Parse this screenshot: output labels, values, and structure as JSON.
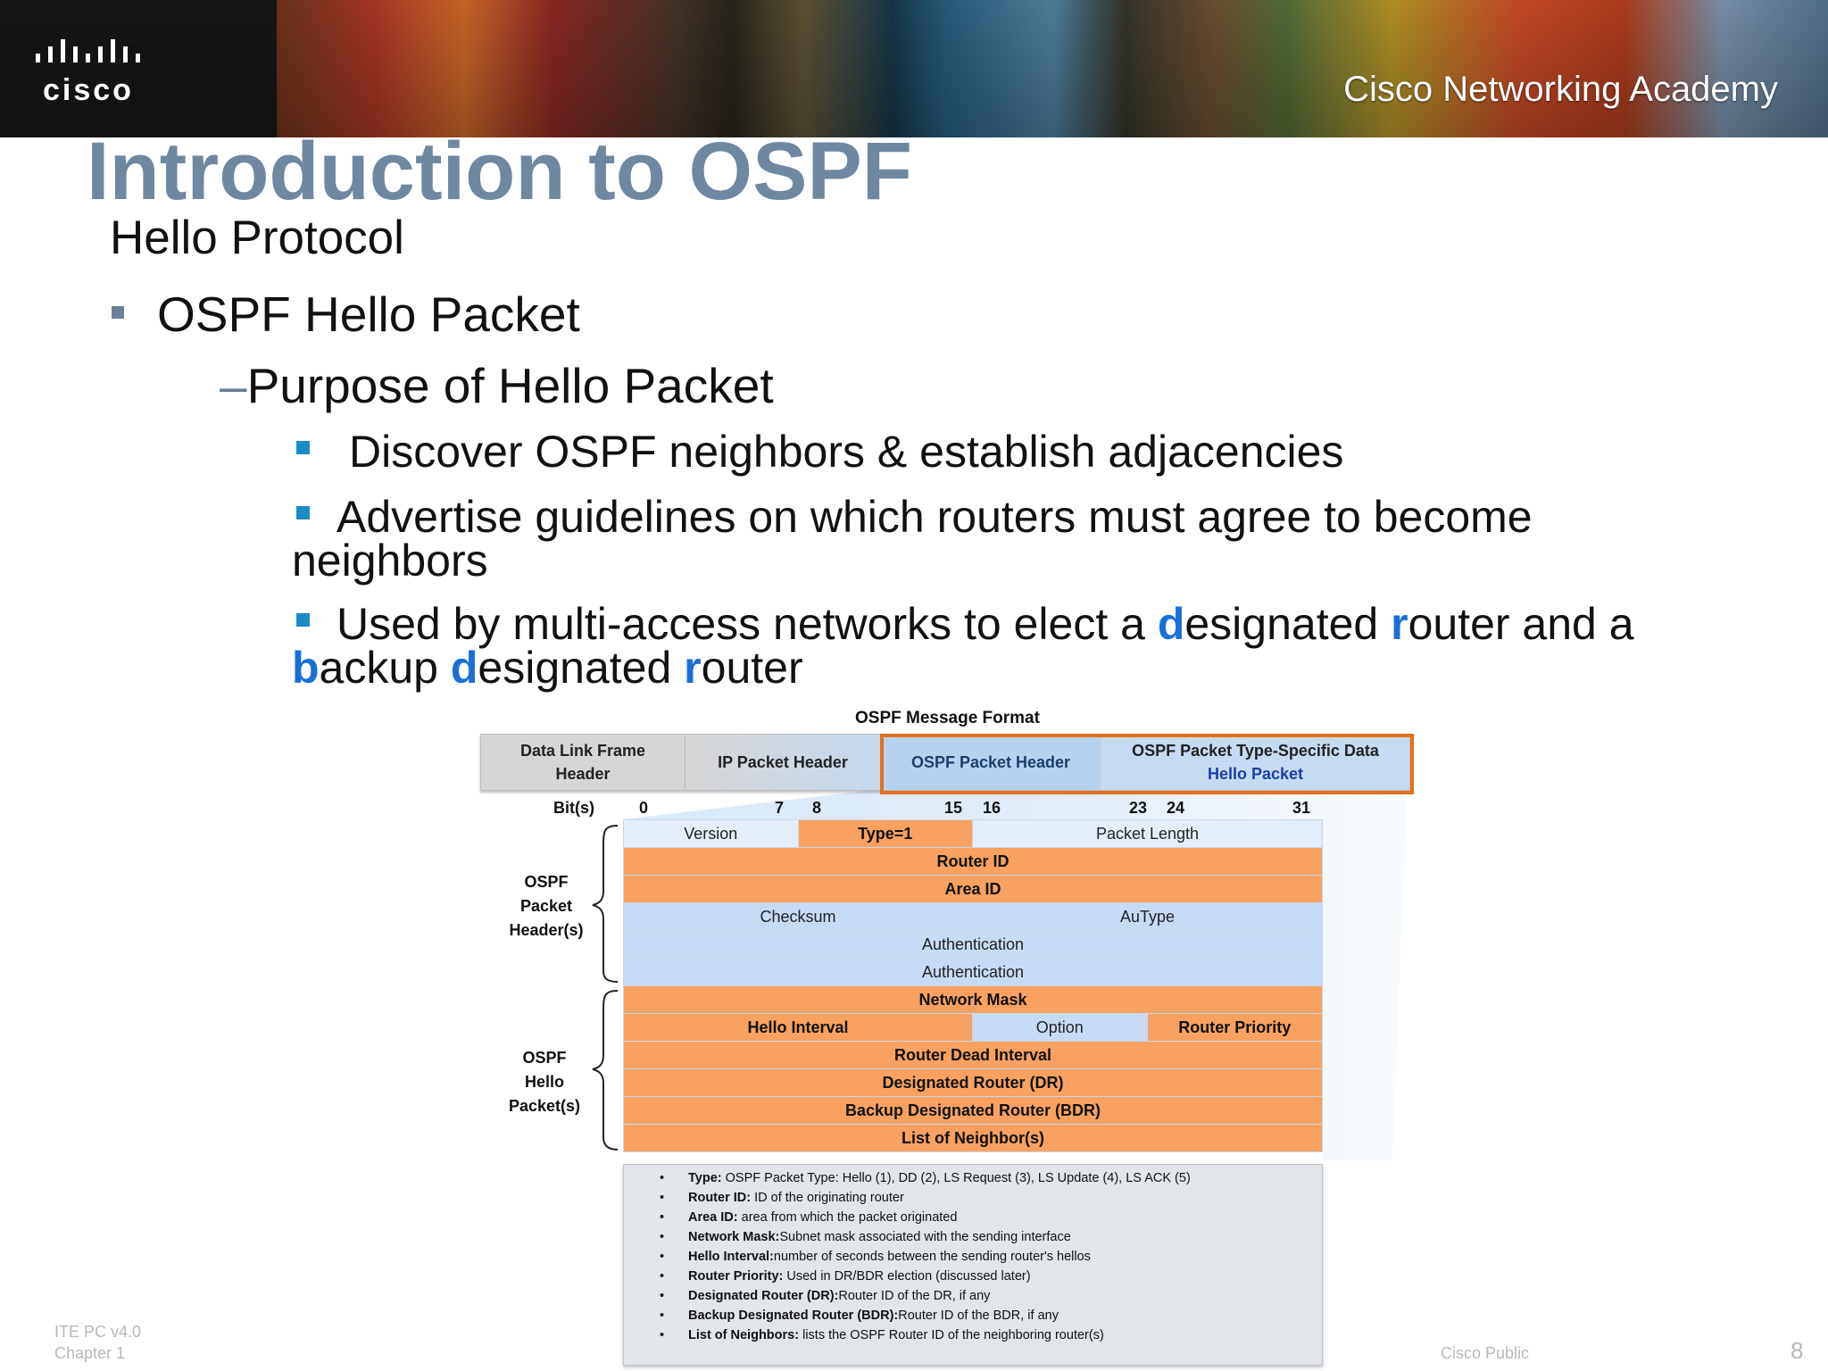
{
  "banner": {
    "logo_text": "cisco",
    "academy_label": "Cisco Networking Academy"
  },
  "title": "Introduction to OSPF",
  "subtitle": "Hello Protocol",
  "bullet1": "OSPF Hello Packet",
  "sub_dash": "–",
  "sub_heading": "Purpose of Hello Packet",
  "points": {
    "p1": "Discover OSPF neighbors & establish adjacencies",
    "p2_line1": "Advertise guidelines on which routers must agree to become",
    "p2_line2": "neighbors",
    "p3": {
      "a": "Used by multi-access networks to elect a ",
      "d1": "d",
      "b": "esignated ",
      "r1": "r",
      "c": "outer and a",
      "b2": "b",
      "e": "ackup ",
      "d2": "d",
      "f": "esignated ",
      "r2": "r",
      "g": "outer"
    }
  },
  "figure": {
    "title": "OSPF Message Format",
    "frame": {
      "data_link_1": "Data Link Frame",
      "data_link_2": "Header",
      "ip": "IP Packet Header",
      "ospf": "OSPF Packet Header",
      "specific_1": "OSPF Packet Type-Specific Data",
      "specific_2": "Hello Packet"
    },
    "bits": {
      "label": "Bit(s)",
      "b0": "0",
      "b7": "7",
      "b8": "8",
      "b15": "15",
      "b16": "16",
      "b23": "23",
      "b24": "24",
      "b31": "31"
    },
    "fields": {
      "version": "Version",
      "type": "Type=1",
      "packet_length": "Packet Length",
      "router_id": "Router ID",
      "area_id": "Area ID",
      "checksum": "Checksum",
      "autype": "AuType",
      "auth1": "Authentication",
      "auth2": "Authentication",
      "network_mask": "Network Mask",
      "hello_interval": "Hello Interval",
      "option": "Option",
      "router_priority": "Router Priority",
      "dead_interval": "Router Dead Interval",
      "dr": "Designated Router (DR)",
      "bdr": "Backup Designated Router (BDR)",
      "neighbors": "List of Neighbor(s)"
    },
    "brace_labels": {
      "header_1": "OSPF",
      "header_2": "Packet",
      "header_3": "Header(s)",
      "hello_1": "OSPF",
      "hello_2": "Hello",
      "hello_3": "Packet(s)"
    },
    "legend": [
      {
        "term": "Type:",
        "desc": " OSPF Packet Type: Hello (1), DD (2), LS Request (3), LS Update (4), LS ACK (5)"
      },
      {
        "term": "Router ID:",
        "desc": " ID of the originating router"
      },
      {
        "term": "Area ID:",
        "desc": " area from which the packet originated"
      },
      {
        "term": "Network Mask:",
        "desc": "Subnet mask associated with the sending interface"
      },
      {
        "term": "Hello Interval:",
        "desc": "number of seconds between the sending router's hellos"
      },
      {
        "term": "Router Priority:",
        "desc": " Used in DR/BDR election (discussed later)"
      },
      {
        "term": "Designated Router (DR):",
        "desc": "Router ID of the DR, if any"
      },
      {
        "term": "Backup Designated Router (BDR):",
        "desc": "Router ID of the BDR, if any"
      },
      {
        "term": "List of Neighbors:",
        "desc": " lists the OSPF Router ID of the neighboring router(s)"
      }
    ]
  },
  "footer": {
    "course": "ITE PC v4.0",
    "chapter": "Chapter 1",
    "classification": "Cisco Public",
    "page": "8"
  },
  "colors": {
    "title": "#6f88a0",
    "accent_blue": "#1a6fd6",
    "field_orange": "#f8a160",
    "field_blue": "#c7dbf4",
    "highlight_border": "#e4711f"
  }
}
